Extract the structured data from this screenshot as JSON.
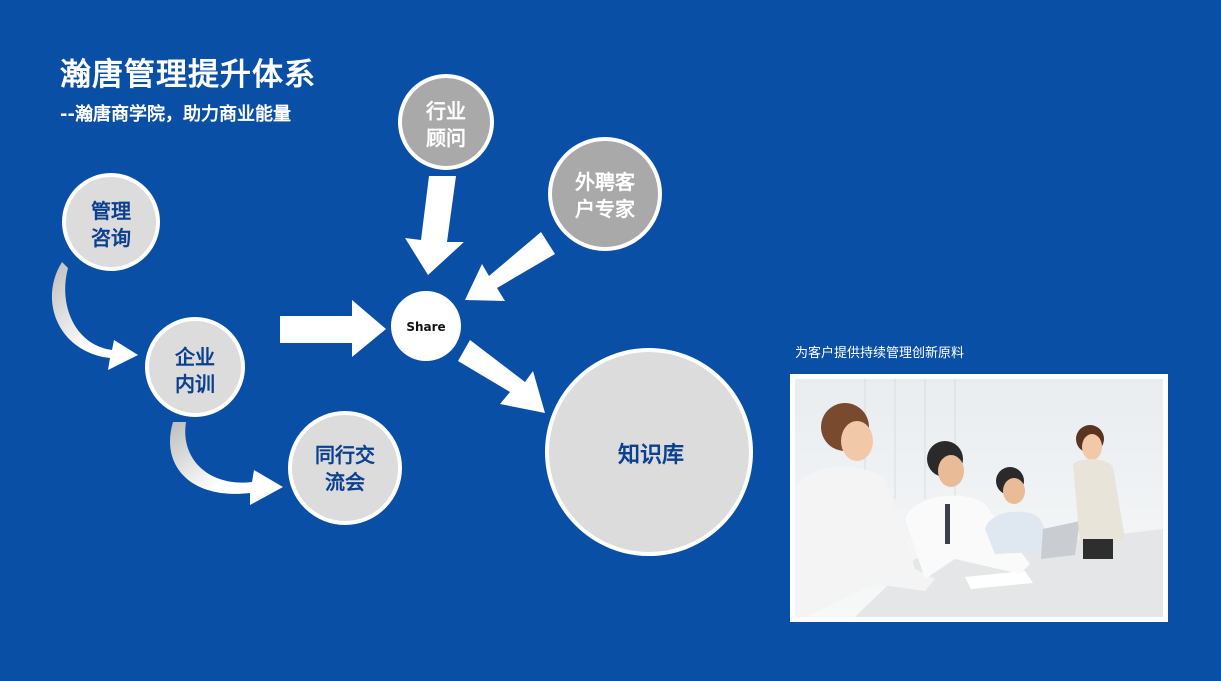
{
  "header": {
    "title": "瀚唐管理提升体系",
    "subtitle": "--瀚唐商学院，助力商业能量"
  },
  "nodes": {
    "management_consulting": [
      "管理",
      "咨询"
    ],
    "corporate_training": [
      "企业",
      "内训"
    ],
    "peer_exchange": [
      "同行交",
      "流会"
    ],
    "industry_advisor": [
      "行业",
      "顾问"
    ],
    "external_experts": [
      "外聘客",
      "户专家"
    ],
    "share": "Share",
    "knowledge_base": "知识库"
  },
  "photo": {
    "caption": "为客户提供持续管理创新原料"
  },
  "colors": {
    "background": "#0a4fa6",
    "circle_light": "#dcdcdc",
    "circle_dark": "#a9a9a9",
    "circle_border": "#ffffff",
    "node_text_blue": "#0b3f8f",
    "arrow": "#ffffff"
  }
}
